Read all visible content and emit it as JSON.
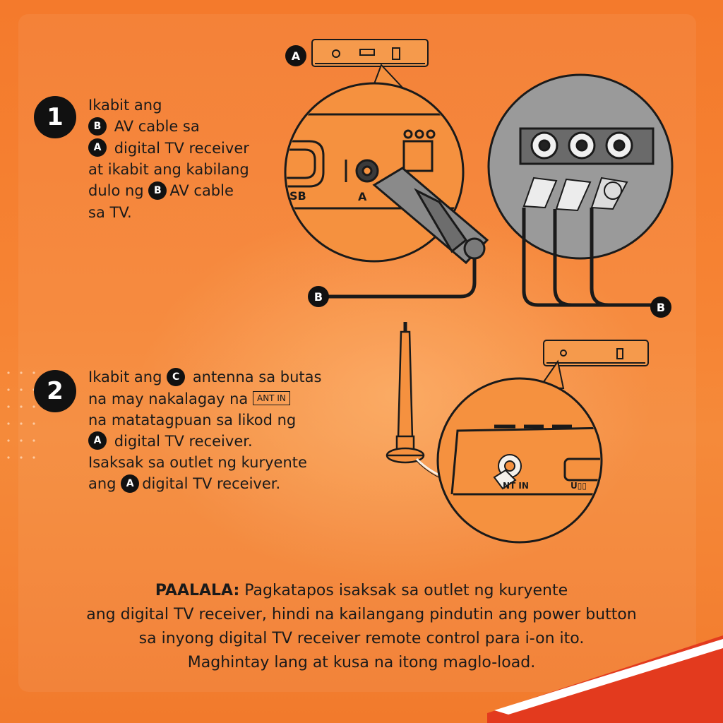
{
  "step1": {
    "number": "1",
    "line1": "Ikabit ang",
    "line2_badge": "B",
    "line2_text": "AV cable sa",
    "line3_badge": "A",
    "line3_text": "digital TV receiver",
    "line4": "at ikabit ang kabilang",
    "line5_text": "dulo ng",
    "line5_badge": "B",
    "line5_text2": "AV cable",
    "line6": "sa TV."
  },
  "step2": {
    "number": "2",
    "line1_text": "Ikabit ang",
    "line1_badge": "C",
    "line1_text2": "antenna sa butas",
    "line2_text": "na may nakalagay na",
    "line2_box": "ANT IN",
    "line3": "na matatagpuan sa likod ng",
    "line4_badge": "A",
    "line4_text": "digital TV receiver.",
    "line5": "Isaksak sa outlet ng kuryente",
    "line6_text": "ang",
    "line6_badge": "A",
    "line6_text2": "digital TV receiver."
  },
  "diagram": {
    "label_a": "A",
    "label_b_left": "B",
    "label_b_right": "B",
    "port_av_partial": "A",
    "port_usb_partial": "SB",
    "port_ant_partial": "NT IN"
  },
  "note": {
    "lead": "PAALALA:",
    "line1": "Pagkatapos isaksak sa outlet ng kuryente",
    "line2": "ang digital TV receiver, hindi na kailangang pindutin ang power button",
    "line3": "sa inyong digital TV receiver remote control para i-on ito.",
    "line4": "Maghintay lang at kusa na itong maglo-load."
  },
  "colors": {
    "background": "#f27a2a",
    "ink": "#1a1a1a",
    "badge": "#111111",
    "circle_fill": "#f5913f",
    "rca_panel": "#9a9a9a",
    "accent_red": "#e33a1e"
  }
}
